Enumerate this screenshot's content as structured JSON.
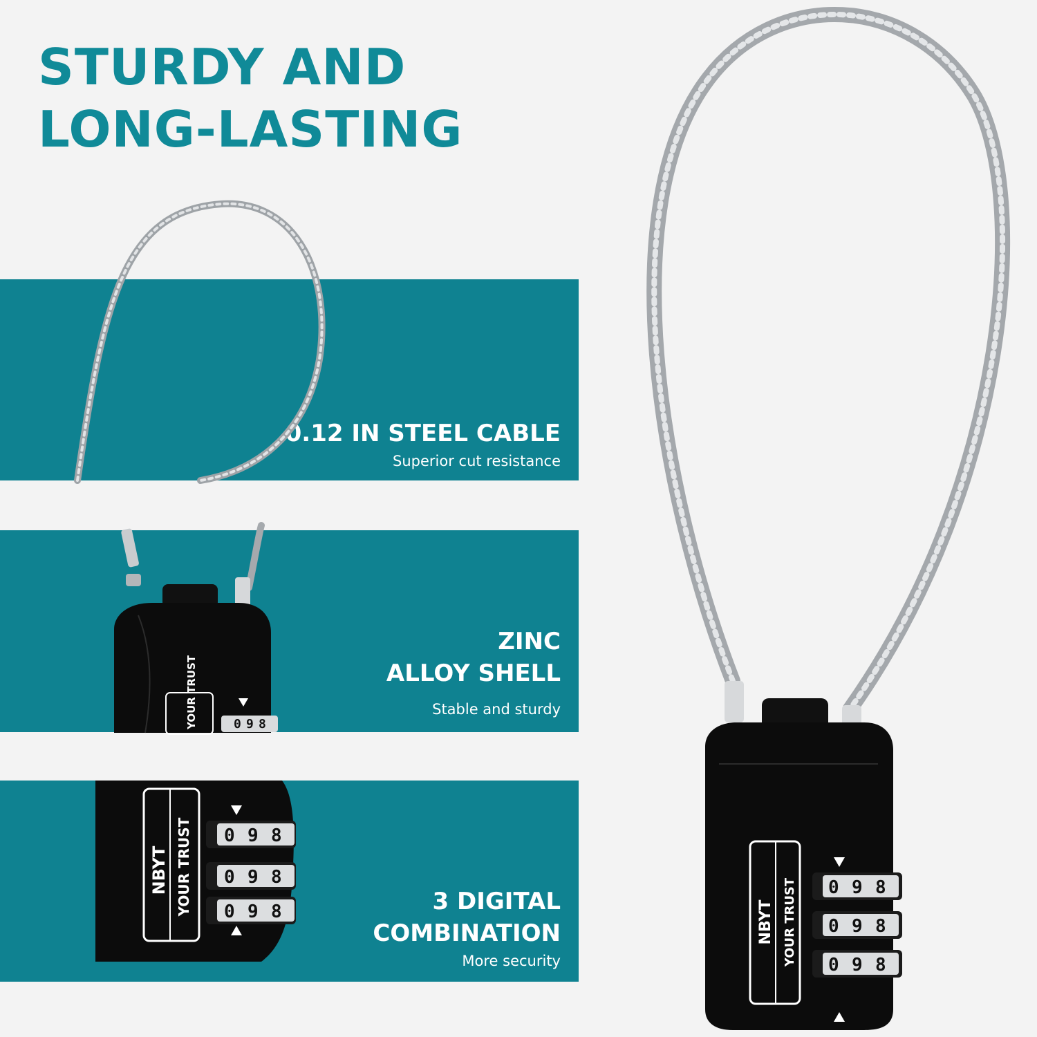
{
  "headline": {
    "line1": "STURDY AND",
    "line2": "LONG-LASTING"
  },
  "features": [
    {
      "title_lines": [
        "0.12 IN STEEL CABLE"
      ],
      "subtitle": "Superior cut resistance"
    },
    {
      "title_lines": [
        "ZINC",
        "ALLOY SHELL"
      ],
      "subtitle": "Stable and sturdy"
    },
    {
      "title_lines": [
        "3 DIGITAL",
        "COMBINATION"
      ],
      "subtitle": "More security"
    }
  ],
  "lock_branding": {
    "brand": "NBYT",
    "tagline": "YOUR TRUST"
  },
  "dial_digits": [
    "0",
    "9",
    "8"
  ],
  "colors": {
    "accent": "#0f8291",
    "headline": "#108a98",
    "background": "#f3f3f3",
    "lock_body": "#0c0c0c",
    "cable": "#b9bcbf"
  }
}
